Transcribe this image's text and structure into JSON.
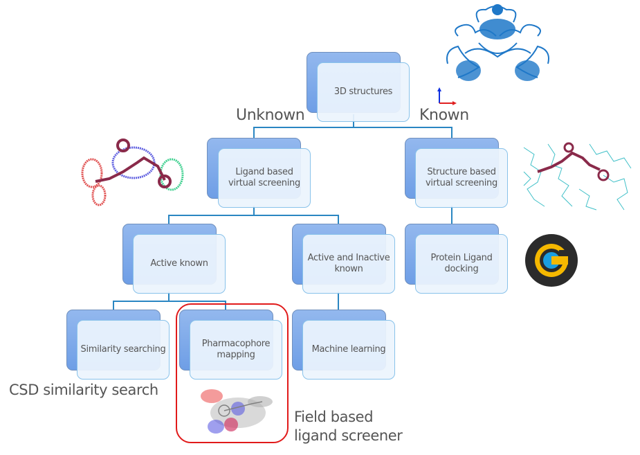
{
  "diagram": {
    "nodes": {
      "root": "3D structures",
      "ligand_vs": "Ligand based virtual screening",
      "structure_vs": "Structure based virtual screening",
      "active_known": "Active known",
      "active_inactive": "Active and Inactive known",
      "docking": "Protein Ligand docking",
      "similarity": "Similarity searching",
      "pharmacophore": "Pharmacophore mapping",
      "ml": "Machine learning"
    },
    "branch_labels": {
      "unknown": "Unknown",
      "known": "Known"
    },
    "annotations": {
      "csd": "CSD similarity search",
      "field_line1": "Field based",
      "field_line2": "ligand screener"
    },
    "colors": {
      "connector": "#2a86c2",
      "highlight": "#e11a1a",
      "box_back": "#7aa7ea",
      "box_front_border": "#88c2ea"
    },
    "images": {
      "protein": "protein-ribbon-structure",
      "ligand_field": "ligand-field-map",
      "binding_site": "ligand-in-binding-site",
      "gold_logo": "gold-docking-logo",
      "field_molecule": "field-based-molecule-surface"
    }
  }
}
